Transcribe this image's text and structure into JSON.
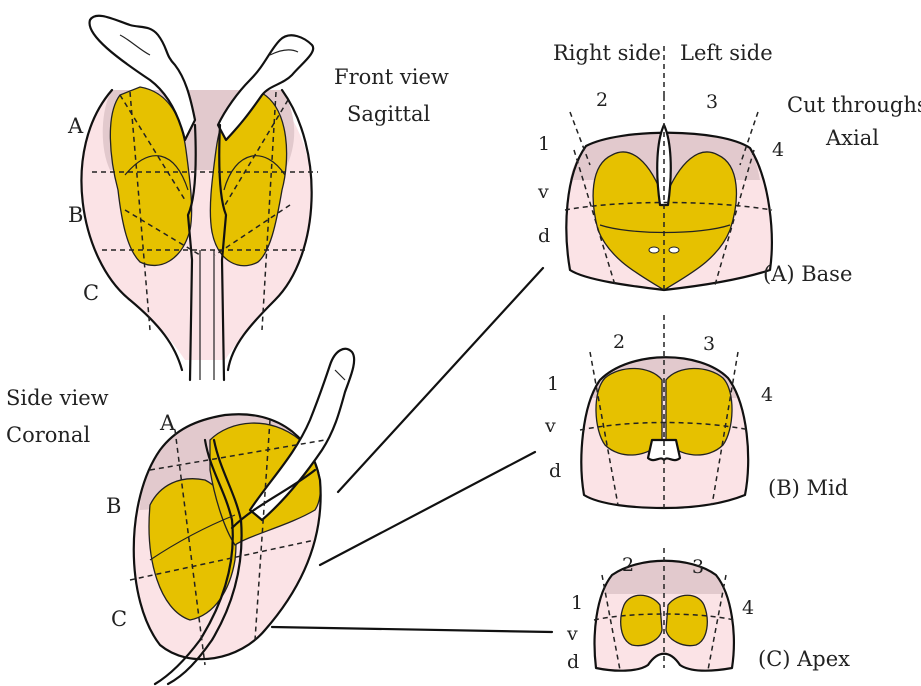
{
  "colors": {
    "pink": "#fbe3e6",
    "mauve": "#e2c9cd",
    "gold": "#e6c100",
    "ink": "#111111"
  },
  "front_view": {
    "title_line1": "Front view",
    "title_line2": "Sagittal",
    "labels": [
      "A",
      "B",
      "C"
    ]
  },
  "side_view": {
    "title_line1": "Side view",
    "title_line2": "Coronal",
    "labels": [
      "A",
      "B",
      "C"
    ]
  },
  "axial": {
    "right_side": "Right side",
    "left_side": "Left side",
    "title_line1": "Cut throughs",
    "title_line2": "Axial",
    "base": {
      "caption": "(A) Base",
      "n2": "2",
      "n3": "3",
      "n1": "1",
      "n4": "4",
      "v": "v",
      "d": "d"
    },
    "mid": {
      "caption": "(B) Mid",
      "n2": "2",
      "n3": "3",
      "n1": "1",
      "n4": "4",
      "v": "v",
      "d": "d"
    },
    "apex": {
      "caption": "(C) Apex",
      "n2": "2",
      "n3": "3",
      "n1": "1",
      "n4": "4",
      "v": "v",
      "d": "d"
    }
  }
}
